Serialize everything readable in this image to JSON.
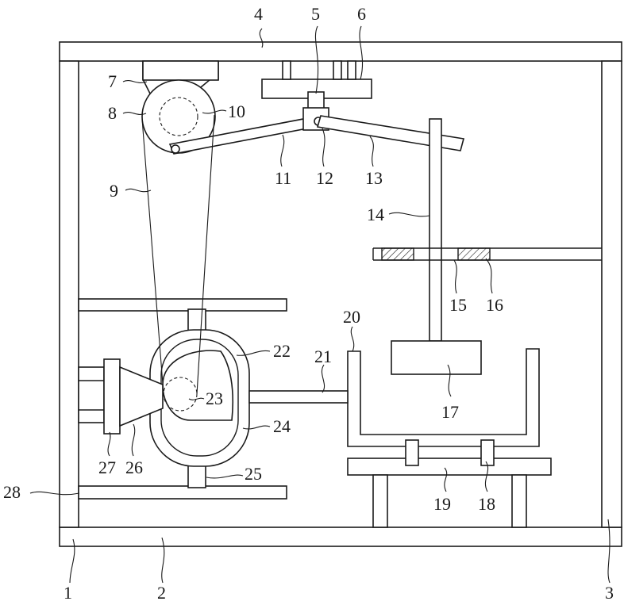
{
  "figure": {
    "labels": [
      "1",
      "2",
      "3",
      "4",
      "5",
      "6",
      "7",
      "8",
      "9",
      "10",
      "11",
      "12",
      "13",
      "14",
      "15",
      "16",
      "17",
      "18",
      "19",
      "20",
      "21",
      "22",
      "23",
      "24",
      "25",
      "26",
      "27",
      "28"
    ]
  }
}
